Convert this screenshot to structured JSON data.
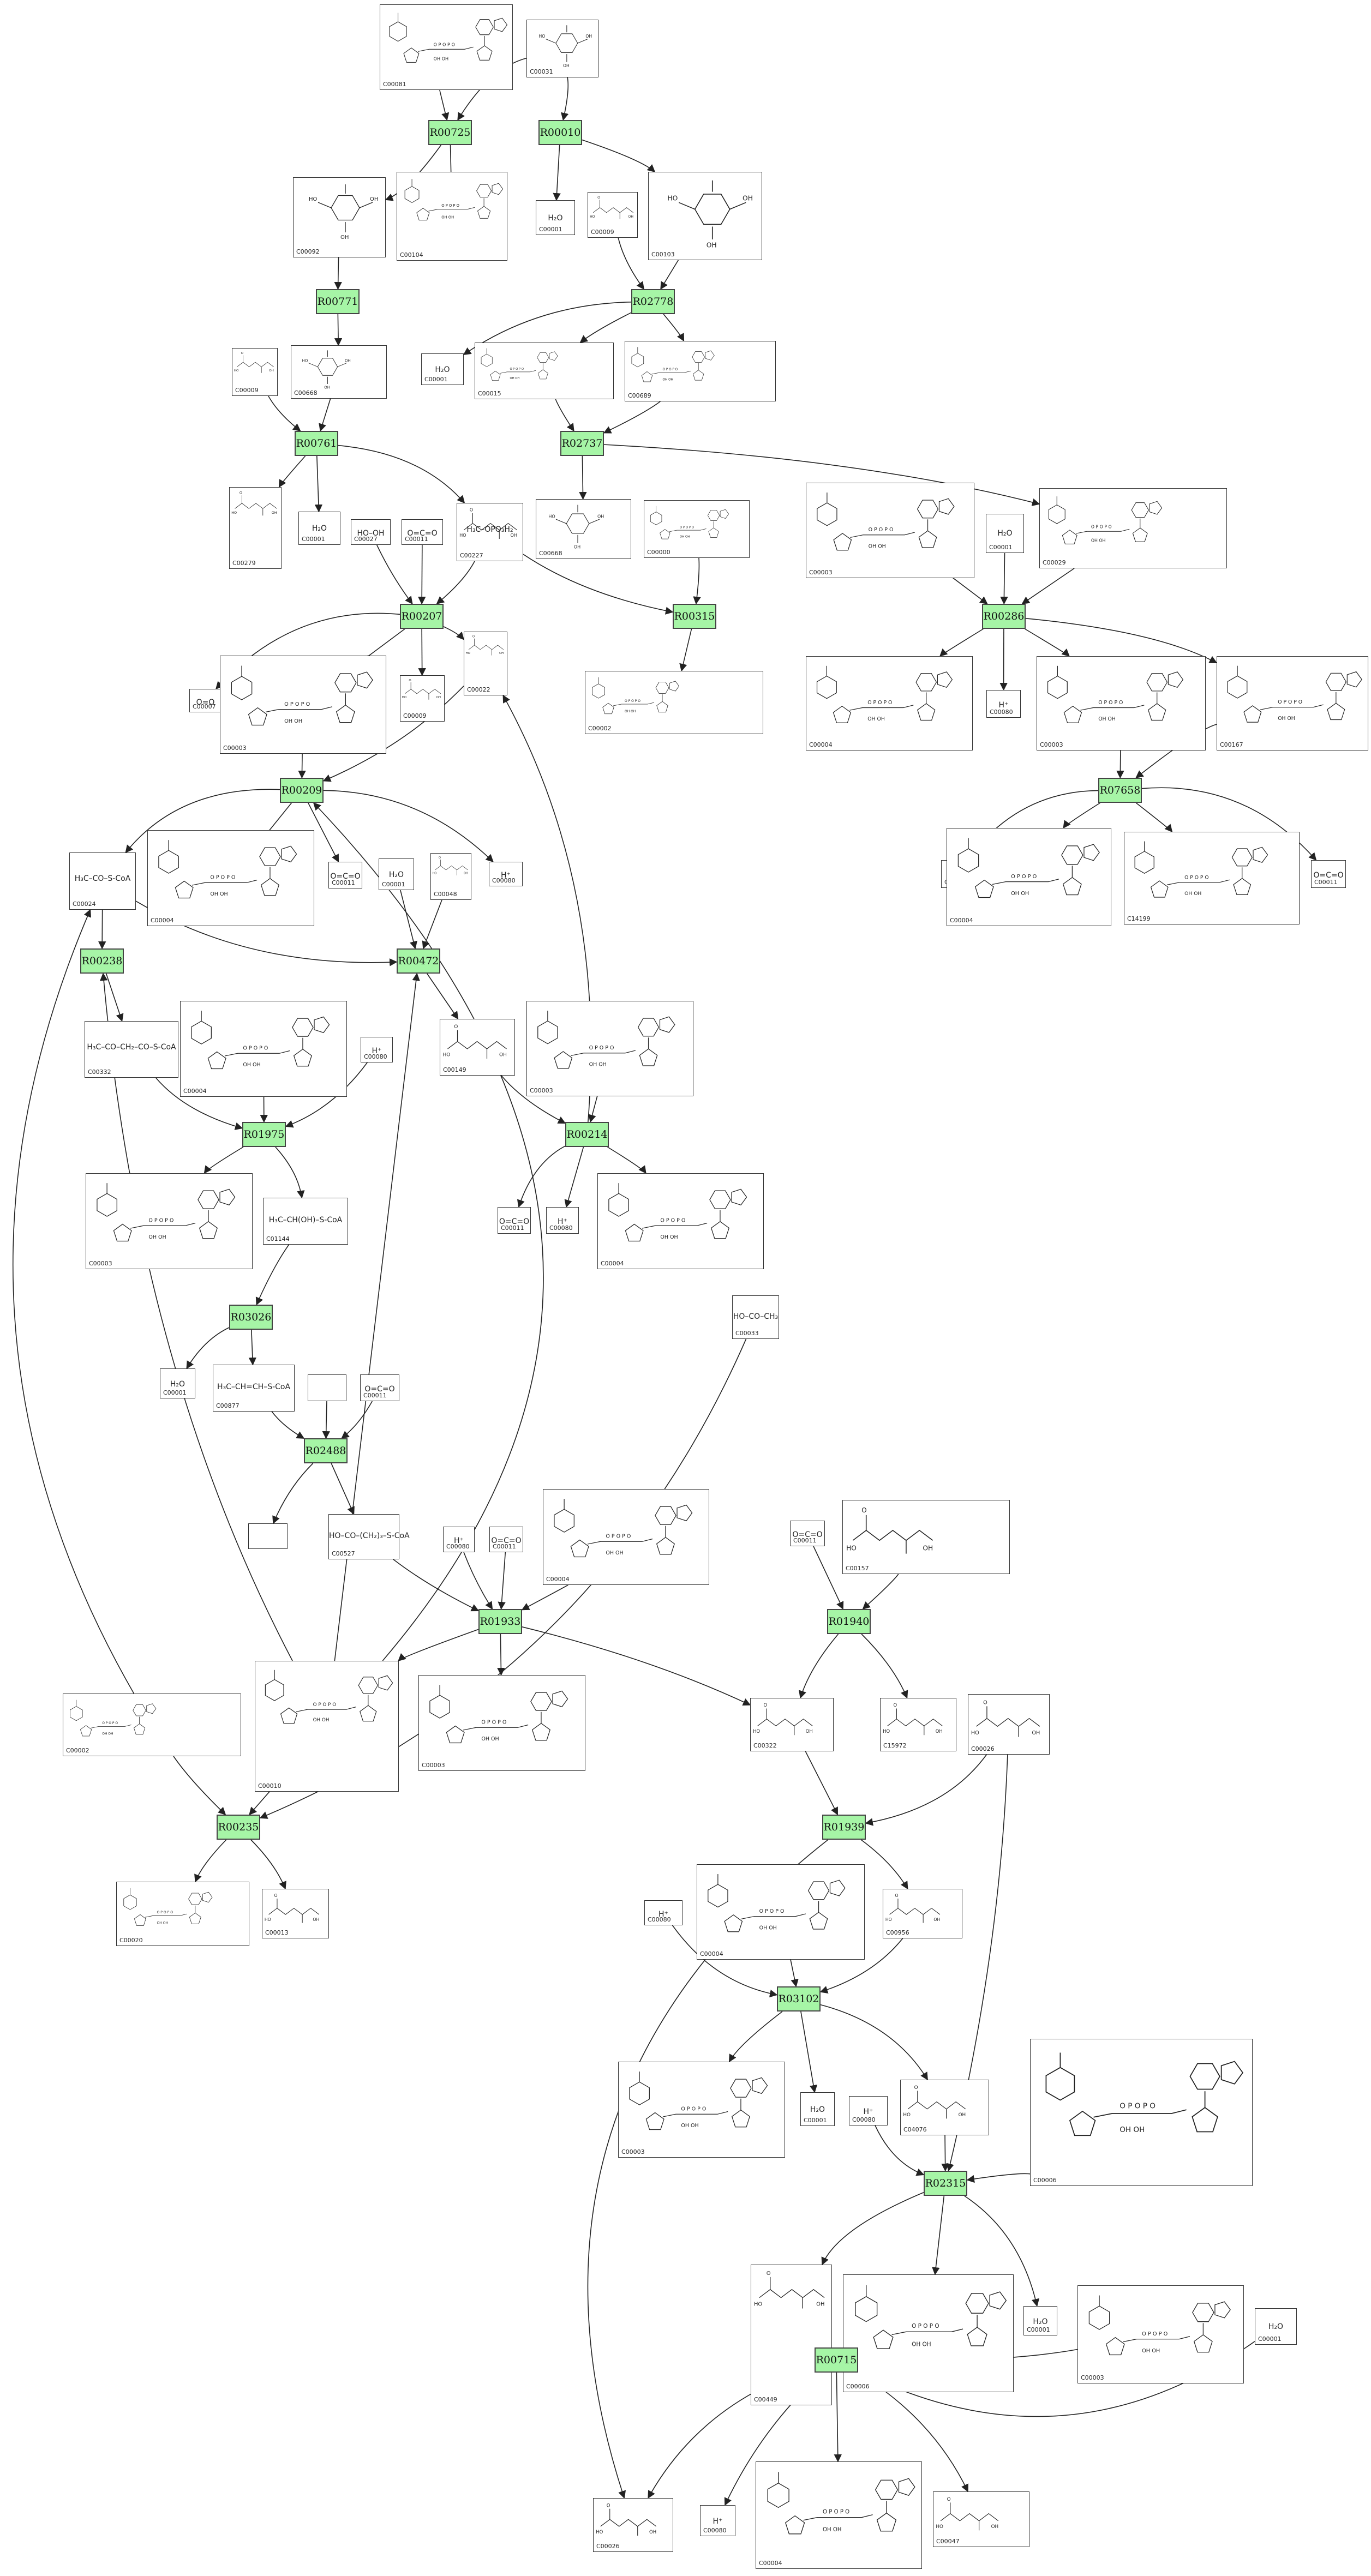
{
  "reactions": [
    {
      "id": "r00725",
      "label": "R00725"
    },
    {
      "id": "r00010",
      "label": "R00010"
    },
    {
      "id": "r00771",
      "label": "R00771"
    },
    {
      "id": "r02778",
      "label": "R02778"
    },
    {
      "id": "r00761",
      "label": "R00761"
    },
    {
      "id": "r02737",
      "label": "R02737"
    },
    {
      "id": "r00207",
      "label": "R00207"
    },
    {
      "id": "r00315",
      "label": "R00315"
    },
    {
      "id": "r00286",
      "label": "R00286"
    },
    {
      "id": "r00209",
      "label": "R00209"
    },
    {
      "id": "r07658",
      "label": "R07658"
    },
    {
      "id": "r00238",
      "label": "R00238"
    },
    {
      "id": "r00472",
      "label": "R00472"
    },
    {
      "id": "r01975",
      "label": "R01975"
    },
    {
      "id": "r00214",
      "label": "R00214"
    },
    {
      "id": "r03026",
      "label": "R03026"
    },
    {
      "id": "r02488",
      "label": "R02488"
    },
    {
      "id": "r01933",
      "label": "R01933"
    },
    {
      "id": "r01940",
      "label": "R01940"
    },
    {
      "id": "r00235",
      "label": "R00235"
    },
    {
      "id": "r01939",
      "label": "R01939"
    },
    {
      "id": "r03102",
      "label": "R03102"
    },
    {
      "id": "r02315",
      "label": "R02315"
    },
    {
      "id": "r00715",
      "label": "R00715"
    }
  ],
  "compounds": [
    {
      "id": "c1",
      "cid": "C00081",
      "formula": ""
    },
    {
      "id": "c2",
      "cid": "C00031",
      "formula": ""
    },
    {
      "id": "c3",
      "cid": "C00092",
      "formula": ""
    },
    {
      "id": "c4",
      "cid": "C00104",
      "formula": ""
    },
    {
      "id": "c5",
      "cid": "C00001",
      "formula": "H₂O"
    },
    {
      "id": "c6",
      "cid": "C00009",
      "formula": ""
    },
    {
      "id": "c7",
      "cid": "C00103",
      "formula": ""
    },
    {
      "id": "c8",
      "cid": "C00009",
      "formula": ""
    },
    {
      "id": "c9",
      "cid": "C00668",
      "formula": ""
    },
    {
      "id": "c10",
      "cid": "C00001",
      "formula": "H₂O"
    },
    {
      "id": "c11",
      "cid": "C00015",
      "formula": ""
    },
    {
      "id": "c12",
      "cid": "C00689",
      "formula": ""
    },
    {
      "id": "c13",
      "cid": "C00279",
      "formula": ""
    },
    {
      "id": "c14",
      "cid": "C00001",
      "formula": "H₂O"
    },
    {
      "id": "c15",
      "cid": "C00027",
      "formula": "HO–OH"
    },
    {
      "id": "c16",
      "cid": "C00011",
      "formula": "O=C=O"
    },
    {
      "id": "c17",
      "cid": "C00227",
      "formula": "H₃C–OPO₃H₂"
    },
    {
      "id": "c18",
      "cid": "C00668",
      "formula": ""
    },
    {
      "id": "c19",
      "cid": "C00000",
      "formula": ""
    },
    {
      "id": "c20",
      "cid": "C00003",
      "formula": ""
    },
    {
      "id": "c21",
      "cid": "C00001",
      "formula": "H₂O"
    },
    {
      "id": "c22",
      "cid": "C00029",
      "formula": ""
    },
    {
      "id": "c23",
      "cid": "C00007",
      "formula": "O=O"
    },
    {
      "id": "c24",
      "cid": "C00003",
      "formula": ""
    },
    {
      "id": "c25",
      "cid": "C00009",
      "formula": ""
    },
    {
      "id": "c26",
      "cid": "C00022",
      "formula": ""
    },
    {
      "id": "c27",
      "cid": "C00002",
      "formula": ""
    },
    {
      "id": "c28",
      "cid": "C00004",
      "formula": ""
    },
    {
      "id": "c29",
      "cid": "C00080",
      "formula": "H⁺"
    },
    {
      "id": "c30",
      "cid": "C00003",
      "formula": ""
    },
    {
      "id": "c31",
      "cid": "C00167",
      "formula": ""
    },
    {
      "id": "c32",
      "cid": "C00024",
      "formula": "H₃C–CO–S-CoA"
    },
    {
      "id": "c33",
      "cid": "C00004",
      "formula": ""
    },
    {
      "id": "c34",
      "cid": "C00011",
      "formula": "O=C=O"
    },
    {
      "id": "c35",
      "cid": "C00001",
      "formula": "H₂O"
    },
    {
      "id": "c36",
      "cid": "C00048",
      "formula": ""
    },
    {
      "id": "c37",
      "cid": "C00080",
      "formula": "H⁺"
    },
    {
      "id": "c38",
      "cid": "C00080",
      "formula": "H⁺"
    },
    {
      "id": "c39",
      "cid": "C00004",
      "formula": ""
    },
    {
      "id": "c40",
      "cid": "C14199",
      "formula": ""
    },
    {
      "id": "c41",
      "cid": "C00011",
      "formula": "O=C=O"
    },
    {
      "id": "c42",
      "cid": "C00332",
      "formula": "H₃C–CO–CH₂–CO–S-CoA"
    },
    {
      "id": "c43",
      "cid": "C00004",
      "formula": ""
    },
    {
      "id": "c44",
      "cid": "C00080",
      "formula": "H⁺"
    },
    {
      "id": "c45",
      "cid": "C00149",
      "formula": ""
    },
    {
      "id": "c46",
      "cid": "C00003",
      "formula": ""
    },
    {
      "id": "c47",
      "cid": "C00003",
      "formula": ""
    },
    {
      "id": "c48",
      "cid": "C01144",
      "formula": "H₃C–CH(OH)–S-CoA"
    },
    {
      "id": "c49",
      "cid": "C00011",
      "formula": "O=C=O"
    },
    {
      "id": "c50",
      "cid": "C00080",
      "formula": "H⁺"
    },
    {
      "id": "c51",
      "cid": "C00004",
      "formula": ""
    },
    {
      "id": "c52",
      "cid": "C00033",
      "formula": "HO–CO–CH₃"
    },
    {
      "id": "c53",
      "cid": "C00001",
      "formula": "H₂O"
    },
    {
      "id": "c54",
      "cid": "C00877",
      "formula": "H₃C–CH=CH–S-CoA"
    },
    {
      "id": "c55",
      "cid": "",
      "formula": ""
    },
    {
      "id": "c56",
      "cid": "C00011",
      "formula": "O=C=O"
    },
    {
      "id": "c57",
      "cid": "",
      "formula": ""
    },
    {
      "id": "c58",
      "cid": "C00527",
      "formula": "HO–CO–(CH₂)₃–S-CoA"
    },
    {
      "id": "c59",
      "cid": "C00080",
      "formula": "H⁺"
    },
    {
      "id": "c60",
      "cid": "C00011",
      "formula": "O=C=O"
    },
    {
      "id": "c61",
      "cid": "C00004",
      "formula": ""
    },
    {
      "id": "c62",
      "cid": "C00011",
      "formula": "O=C=O"
    },
    {
      "id": "c63",
      "cid": "C00157",
      "formula": ""
    },
    {
      "id": "c64",
      "cid": "C00002",
      "formula": ""
    },
    {
      "id": "c65",
      "cid": "C00010",
      "formula": ""
    },
    {
      "id": "c66",
      "cid": "C00003",
      "formula": ""
    },
    {
      "id": "c67",
      "cid": "C00322",
      "formula": ""
    },
    {
      "id": "c68",
      "cid": "C15972",
      "formula": ""
    },
    {
      "id": "c69",
      "cid": "C00026",
      "formula": ""
    },
    {
      "id": "c70",
      "cid": "C00020",
      "formula": ""
    },
    {
      "id": "c71",
      "cid": "C00013",
      "formula": ""
    },
    {
      "id": "c72",
      "cid": "C00080",
      "formula": "H⁺"
    },
    {
      "id": "c73",
      "cid": "C00004",
      "formula": ""
    },
    {
      "id": "c74",
      "cid": "C00956",
      "formula": ""
    },
    {
      "id": "c75",
      "cid": "C00003",
      "formula": ""
    },
    {
      "id": "c76",
      "cid": "C00001",
      "formula": "H₂O"
    },
    {
      "id": "c77",
      "cid": "C00080",
      "formula": "H⁺"
    },
    {
      "id": "c78",
      "cid": "C04076",
      "formula": ""
    },
    {
      "id": "c79",
      "cid": "C00006",
      "formula": ""
    },
    {
      "id": "c80",
      "cid": "C00449",
      "formula": ""
    },
    {
      "id": "c81",
      "cid": "C00006",
      "formula": ""
    },
    {
      "id": "c82",
      "cid": "C00001",
      "formula": "H₂O"
    },
    {
      "id": "c83",
      "cid": "C00003",
      "formula": ""
    },
    {
      "id": "c84",
      "cid": "C00001",
      "formula": "H₂O"
    },
    {
      "id": "c85",
      "cid": "C00026",
      "formula": ""
    },
    {
      "id": "c86",
      "cid": "C00080",
      "formula": "H⁺"
    },
    {
      "id": "c87",
      "cid": "C00004",
      "formula": ""
    },
    {
      "id": "c88",
      "cid": "C00047",
      "formula": ""
    }
  ]
}
